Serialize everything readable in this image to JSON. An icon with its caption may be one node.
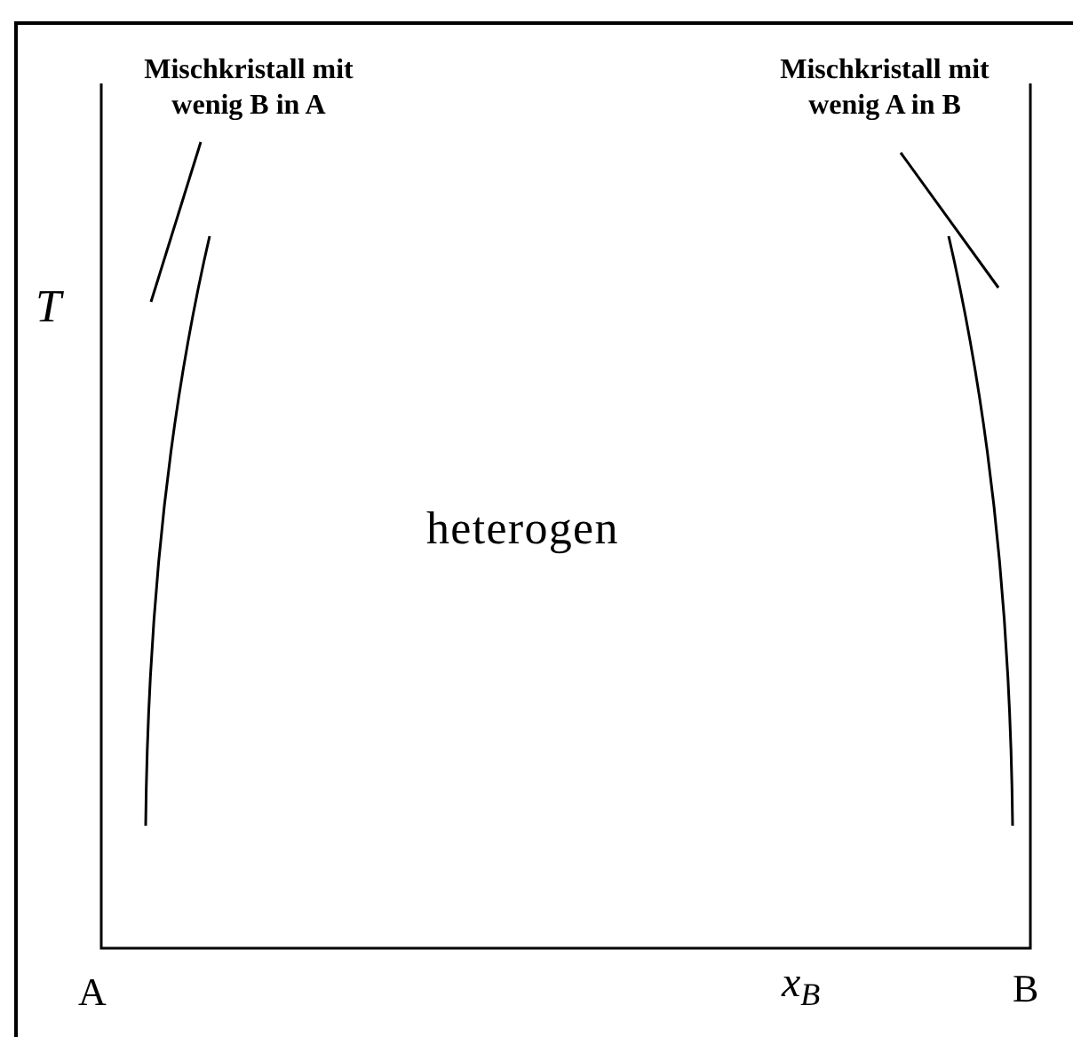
{
  "diagram": {
    "nodes": [
      {
        "text": [
          "Mischkristall mit wenig B in A"
        ]
      },
      {
        "text": [
          "Mischkristall mit wenig A in B"
        ]
      },
      {
        "text": [],
        "shape": "curve"
      },
      {
        "text": [],
        "shape": "curve"
      }
    ],
    "edges": [
      {
        "from": 0,
        "to": 2,
        "arrow": "none"
      },
      {
        "from": 1,
        "to": 3,
        "arrow": "none"
      }
    ],
    "labels": [
      "T",
      "heterogen",
      "A",
      "x$_{B}$",
      "B"
    ]
  }
}
